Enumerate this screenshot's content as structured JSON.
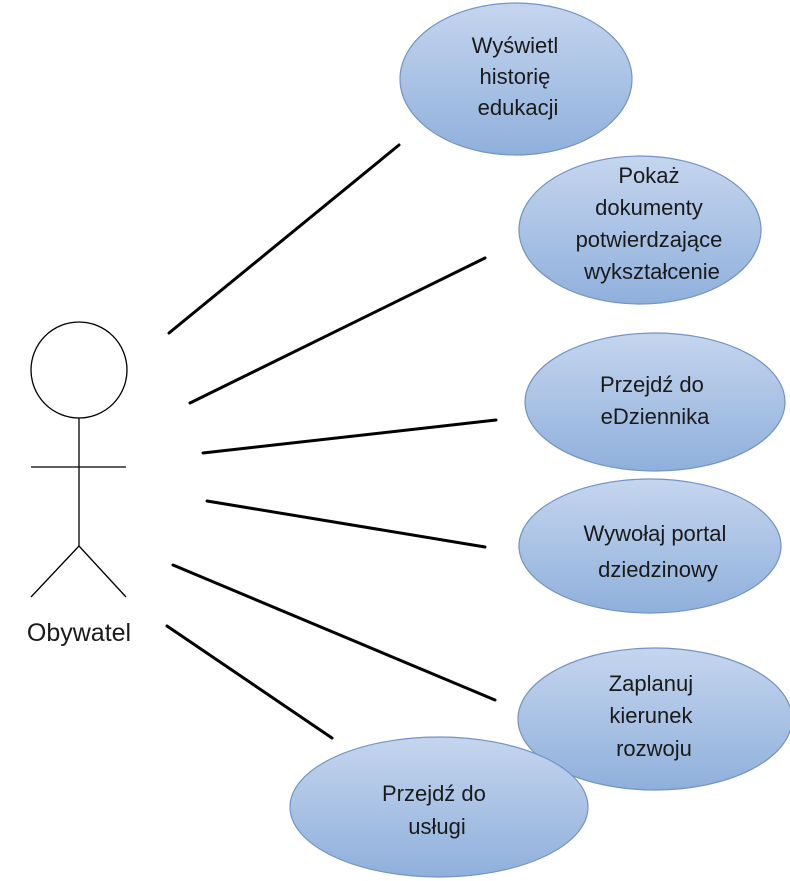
{
  "actor": {
    "name": "Obywatel"
  },
  "use_cases": [
    {
      "id": "history",
      "lines": [
        "Wyświetl",
        "historię",
        "edukacji"
      ]
    },
    {
      "id": "documents",
      "lines": [
        "Pokaż",
        "dokumenty",
        "potwierdzające",
        "wykształcenie"
      ]
    },
    {
      "id": "ediary",
      "lines": [
        "Przejdź do",
        "eDziennika"
      ]
    },
    {
      "id": "portal",
      "lines": [
        "Wywołaj portal",
        "dziedzinowy"
      ]
    },
    {
      "id": "plan",
      "lines": [
        "Zaplanuj",
        "kierunek",
        "rozwoju"
      ]
    },
    {
      "id": "service",
      "lines": [
        "Przejdź do",
        "usługi"
      ]
    }
  ],
  "colors": {
    "ellipse_top": "#c5d5ee",
    "ellipse_bottom": "#8fb0dc",
    "ellipse_border": "#7393c4",
    "line": "#000000"
  }
}
